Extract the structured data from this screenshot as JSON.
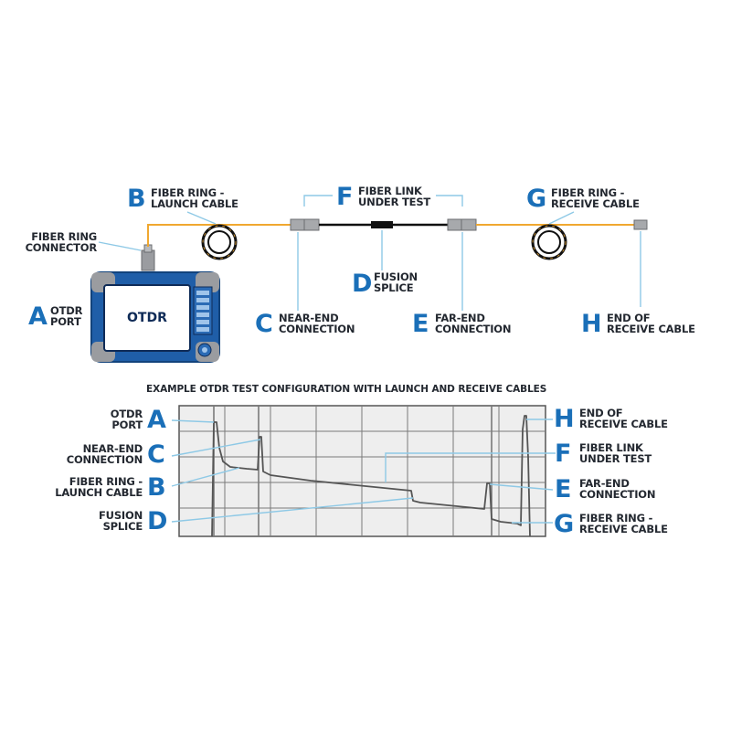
{
  "colors": {
    "accent_blue": "#1a6fb8",
    "fiber_orange": "#f0a830",
    "link_black": "#111111",
    "callout_line": "#8ec9e6",
    "grid_line": "#7a7a7a",
    "trace_line": "#555555"
  },
  "top": {
    "fiber_ring_connector": [
      "FIBER RING",
      "CONNECTOR"
    ],
    "device_screen": "OTDR",
    "A": {
      "letter": "A",
      "lines": [
        "OTDR",
        "PORT"
      ]
    },
    "B": {
      "letter": "B",
      "lines": [
        "FIBER RING -",
        "LAUNCH CABLE"
      ]
    },
    "C": {
      "letter": "C",
      "lines": [
        "NEAR-END",
        "CONNECTION"
      ]
    },
    "D": {
      "letter": "D",
      "lines": [
        "FUSION",
        "SPLICE"
      ]
    },
    "E": {
      "letter": "E",
      "lines": [
        "FAR-END",
        "CONNECTION"
      ]
    },
    "F": {
      "letter": "F",
      "lines": [
        "FIBER LINK",
        "UNDER TEST"
      ]
    },
    "G": {
      "letter": "G",
      "lines": [
        "FIBER RING -",
        "RECEIVE CABLE"
      ]
    },
    "H": {
      "letter": "H",
      "lines": [
        "END OF",
        "RECEIVE CABLE"
      ]
    }
  },
  "trace": {
    "title": "EXAMPLE OTDR TEST CONFIGURATION WITH LAUNCH AND RECEIVE CABLES",
    "left": [
      {
        "letter": "A",
        "lines": [
          "OTDR",
          "PORT"
        ]
      },
      {
        "letter": "C",
        "lines": [
          "NEAR-END",
          "CONNECTION"
        ]
      },
      {
        "letter": "B",
        "lines": [
          "FIBER RING -",
          "LAUNCH CABLE"
        ]
      },
      {
        "letter": "D",
        "lines": [
          "FUSION",
          "SPLICE"
        ]
      }
    ],
    "right": [
      {
        "letter": "H",
        "lines": [
          "END OF",
          "RECEIVE CABLE"
        ]
      },
      {
        "letter": "F",
        "lines": [
          "FIBER LINK",
          "UNDER TEST"
        ]
      },
      {
        "letter": "E",
        "lines": [
          "FAR-END",
          "CONNECTION"
        ]
      },
      {
        "letter": "G",
        "lines": [
          "FIBER RING -",
          "RECEIVE CABLE"
        ]
      }
    ]
  }
}
